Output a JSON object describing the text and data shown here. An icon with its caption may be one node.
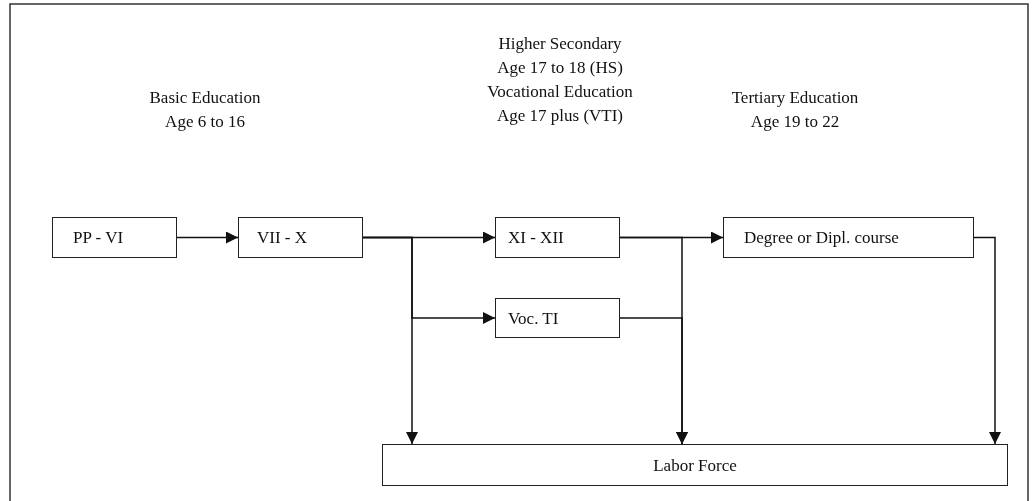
{
  "diagram": {
    "nodes": [
      {
        "text": [
          "PP - VI"
        ]
      },
      {
        "text": [
          "VII - X"
        ]
      },
      {
        "text": [
          "XI - XII"
        ]
      },
      {
        "text": [
          "Voc. TI"
        ]
      },
      {
        "text": [
          "Degree or Dipl. course"
        ]
      },
      {
        "text": [
          "Labor Force"
        ]
      }
    ],
    "edges": [
      {
        "from": 0,
        "to": 1,
        "arrow": "to"
      },
      {
        "from": 1,
        "to": 2,
        "arrow": "to"
      },
      {
        "from": 1,
        "to": 3,
        "arrow": "to"
      },
      {
        "from": 1,
        "to": 5,
        "arrow": "to"
      },
      {
        "from": 2,
        "to": 4,
        "arrow": "to"
      },
      {
        "from": 2,
        "to": 5,
        "arrow": "to"
      },
      {
        "from": 3,
        "to": 5,
        "arrow": "to"
      },
      {
        "from": 4,
        "to": 5,
        "arrow": "to"
      }
    ],
    "labels": [
      "Basic Education",
      "Age 6 to 16",
      "Higher Secondary",
      "Age 17 to 18 (HS)",
      "Vocational Education",
      "Age 17 plus (VTI)",
      "Tertiary Education",
      "Age 19 to 22"
    ]
  }
}
